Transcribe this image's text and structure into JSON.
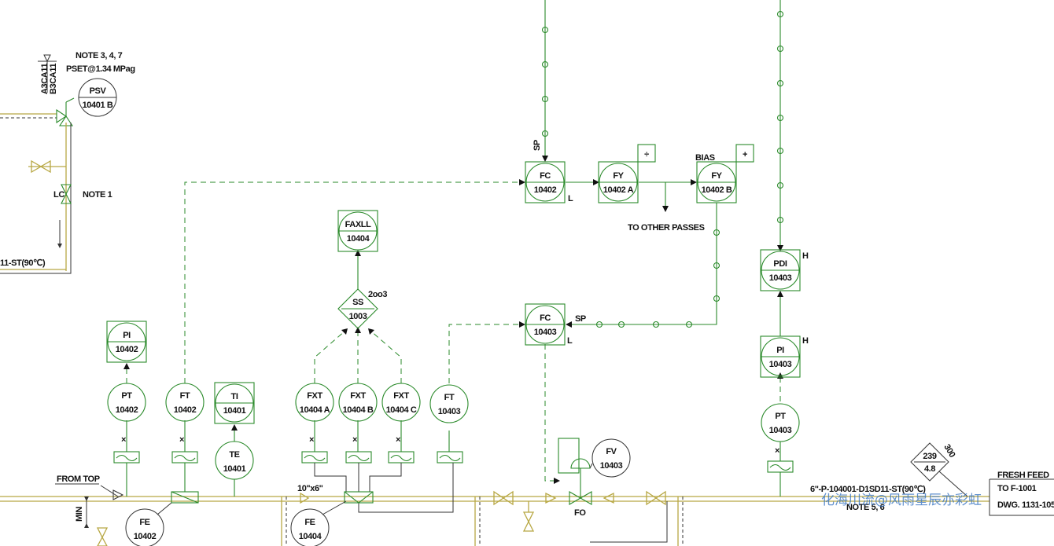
{
  "instruments": {
    "psv": {
      "tag": "PSV",
      "num": "10401 B"
    },
    "pi_10402": {
      "tag": "PI",
      "num": "10402"
    },
    "pt_10402": {
      "tag": "PT",
      "num": "10402"
    },
    "ft_10402": {
      "tag": "FT",
      "num": "10402"
    },
    "ti_10401": {
      "tag": "TI",
      "num": "10401"
    },
    "te_10401": {
      "tag": "TE",
      "num": "10401"
    },
    "fe_10402": {
      "tag": "FE",
      "num": "10402"
    },
    "faxll_10404": {
      "tag": "FAXLL",
      "num": "10404"
    },
    "ss_1003": {
      "tag": "SS",
      "num": "1003",
      "note": "2oo3"
    },
    "fxt_a": {
      "tag": "FXT",
      "num": "10404 A"
    },
    "fxt_b": {
      "tag": "FXT",
      "num": "10404 B"
    },
    "fxt_c": {
      "tag": "FXT",
      "num": "10404 C"
    },
    "fe_10404": {
      "tag": "FE",
      "num": "10404"
    },
    "ft_10403": {
      "tag": "FT",
      "num": "10403"
    },
    "fc_10402": {
      "tag": "FC",
      "num": "10402",
      "suffix": "L"
    },
    "fy_10402a": {
      "tag": "FY",
      "num": "10402 A"
    },
    "fy_10402b": {
      "tag": "FY",
      "num": "10402 B"
    },
    "fc_10403": {
      "tag": "FC",
      "num": "10403",
      "suffix": "L"
    },
    "fv_10403": {
      "tag": "FV",
      "num": "10403"
    },
    "pdi_10403": {
      "tag": "PDI",
      "num": "10403",
      "suffix": "H"
    },
    "pi_10403": {
      "tag": "PI",
      "num": "10403",
      "suffix": "H"
    },
    "pt_10403": {
      "tag": "PT",
      "num": "10403"
    }
  },
  "labels": {
    "note_347": "NOTE 3, 4, 7",
    "pset": "PSET@1.34 MPag",
    "a3ca11": "A3CA11",
    "b3ca11": "B3CA11",
    "lc": "LC",
    "note1": "NOTE 1",
    "line_left": "11-ST(90℃)",
    "from_top": "FROM TOP",
    "min": "MIN",
    "reducer": "10\"x6\"",
    "sp1": "SP",
    "sp2": "SP",
    "bias": "BIAS",
    "divide": "÷",
    "plus": "+",
    "to_other_passes": "TO OTHER PASSES",
    "fo": "FO",
    "line_right": "6\"-P-104001-D1SD11-ST(90℃)",
    "note_56": "NOTE 5, 6",
    "diamond_top": "239",
    "diamond_bot": "4.8",
    "diamond_side": "300",
    "fresh_feed": "FRESH FEED",
    "to_f1001": "TO F-1001",
    "dwg": "DWG. 1131-105",
    "watermark": "化海川流@风雨星辰亦彩虹"
  },
  "colors": {
    "instrument": "#2a8a2a",
    "process_line": "#b8a844",
    "watermark": "#2e6ec0"
  }
}
